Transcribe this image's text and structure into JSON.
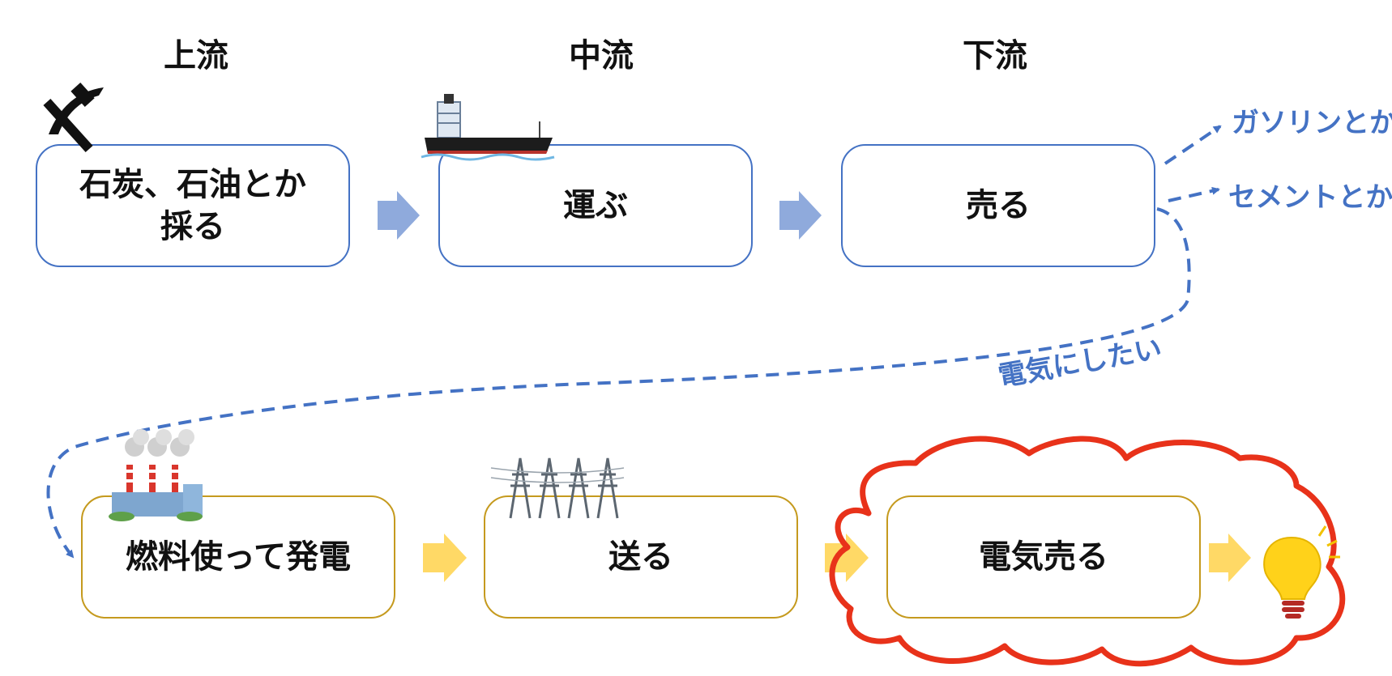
{
  "stages": {
    "upstream": "上流",
    "midstream": "中流",
    "downstream": "下流"
  },
  "top_row": {
    "mine": {
      "line1": "石炭、石油とか",
      "line2": "採る"
    },
    "transport": "運ぶ",
    "sell": "売る"
  },
  "outputs": {
    "gasoline": "ガソリンとか",
    "cement": "セメントとか"
  },
  "branch_label": "電気にしたい",
  "bottom_row": {
    "generate": "燃料使って発電",
    "send": "送る",
    "sell_power": "電気売る"
  },
  "colors": {
    "blue": "#4472c4",
    "blue_arrow": "#8faadc",
    "gold": "#c59a1e",
    "yellow_arrow": "#ffd966",
    "highlight": "#e8321a"
  }
}
